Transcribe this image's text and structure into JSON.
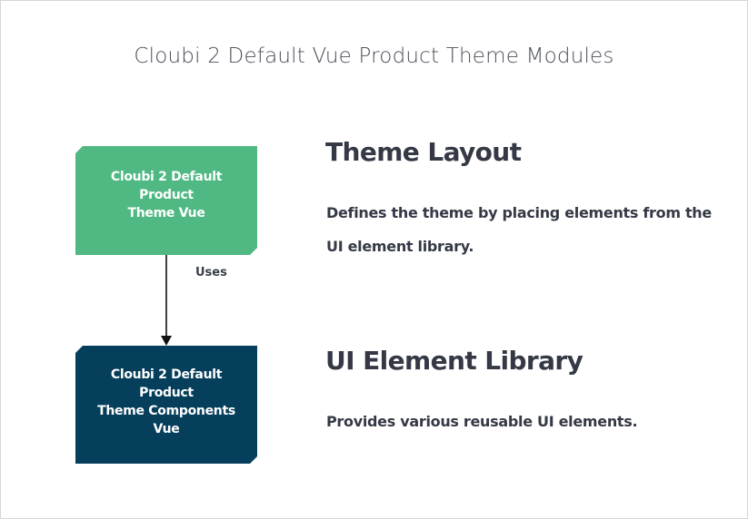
{
  "diagram": {
    "title": "Cloubi 2 Default Vue Product Theme Modules",
    "colors": {
      "theme_box": "#4fb883",
      "components_box": "#063f5b",
      "text_dark": "#343945",
      "arrow": "#111111"
    },
    "nodes": [
      {
        "id": "theme-vue",
        "label": "Cloubi 2 Default\nProduct\nTheme Vue"
      },
      {
        "id": "theme-components-vue",
        "label": "Cloubi 2 Default\nProduct\nTheme Components\nVue"
      }
    ],
    "edges": [
      {
        "from": "theme-vue",
        "to": "theme-components-vue",
        "label": "Uses"
      }
    ],
    "descriptions": [
      {
        "heading": "Theme Layout",
        "text": "Defines the theme by placing elements from the UI element library."
      },
      {
        "heading": "UI Element Library",
        "text": "Provides various reusable UI elements."
      }
    ]
  }
}
